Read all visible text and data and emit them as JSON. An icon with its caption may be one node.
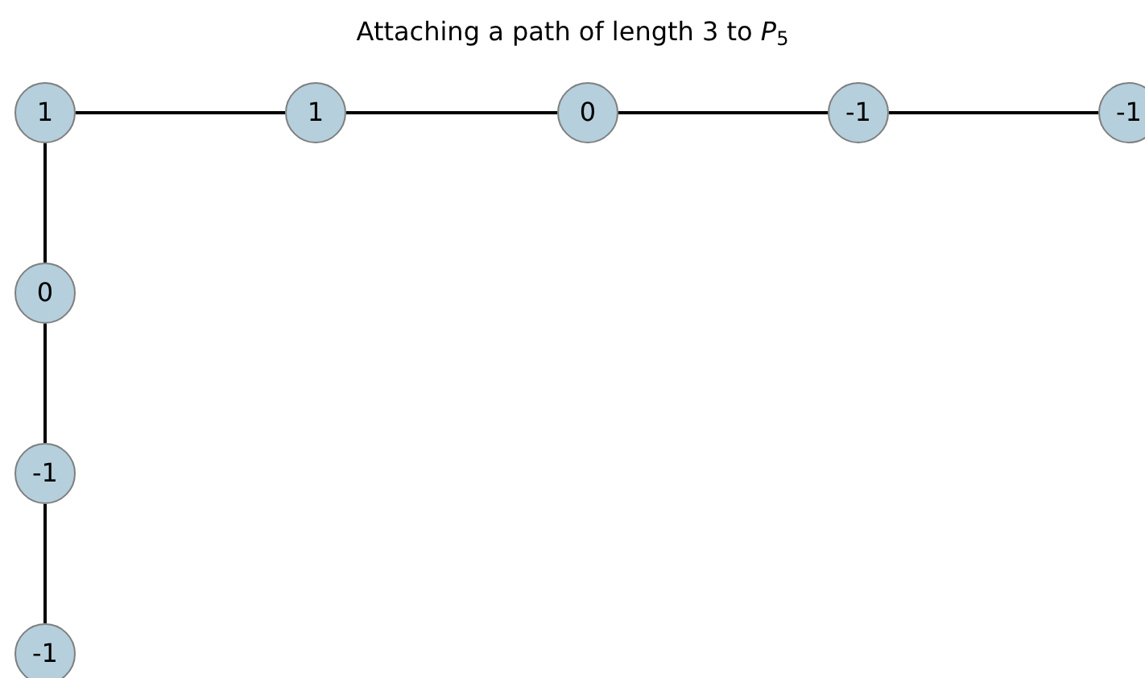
{
  "diagram": {
    "title": "Attaching a path of length 3 to *P*$_{5}$",
    "nodes": [
      {
        "text": [
          "1"
        ]
      },
      {
        "text": [
          "1"
        ]
      },
      {
        "text": [
          "0"
        ]
      },
      {
        "text": [
          "-1"
        ]
      },
      {
        "text": [
          "-1"
        ]
      },
      {
        "text": [
          "0"
        ]
      },
      {
        "text": [
          "-1"
        ]
      },
      {
        "text": [
          "-1"
        ]
      }
    ],
    "edges": [
      {
        "from": 0,
        "to": 1,
        "arrow": "none"
      },
      {
        "from": 1,
        "to": 2,
        "arrow": "none"
      },
      {
        "from": 2,
        "to": 3,
        "arrow": "none"
      },
      {
        "from": 3,
        "to": 4,
        "arrow": "none"
      },
      {
        "from": 0,
        "to": 5,
        "arrow": "none"
      },
      {
        "from": 5,
        "to": 6,
        "arrow": "none"
      },
      {
        "from": 6,
        "to": 7,
        "arrow": "none"
      }
    ]
  }
}
